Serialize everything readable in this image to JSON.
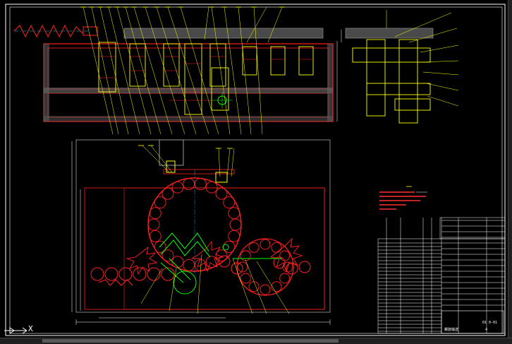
{
  "window": {
    "title": ""
  },
  "drawing": {
    "colors": {
      "background": "#000000",
      "frame": "#ffffff",
      "geometry": "#ff2020",
      "callout": "#ffff00",
      "hatch": "#9a9a9a",
      "center": "#00c8ff",
      "dimension": "#ffffff",
      "gear": "#00ff00"
    },
    "title_block": {
      "bottom_row": [
        "螺旋输送",
        "4"
      ],
      "drawing_no": "01 0-01"
    },
    "ucs": {
      "axis_label": "X"
    }
  }
}
